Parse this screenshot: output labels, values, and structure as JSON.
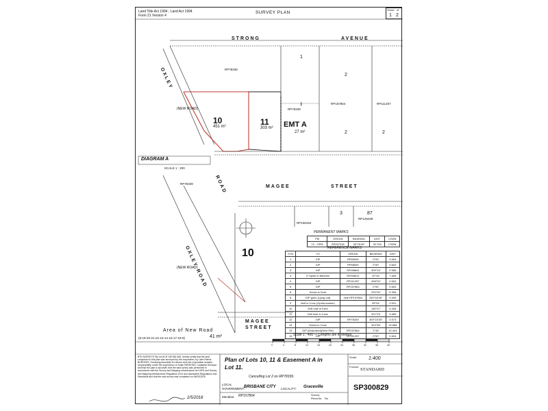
{
  "header": {
    "act_line_1": "Land Title Act 1994 ; Land Act 1994",
    "act_line_2": "Form 21 Version 4",
    "title": "SURVEY PLAN",
    "sheet_label": "Sheet",
    "sheet_of": "of",
    "sheet_num": "1",
    "sheet_total": "2"
  },
  "roads": {
    "strong_avenue_1": "STRONG",
    "strong_avenue_2": "AVENUE",
    "oxley_top": "OXLEY",
    "road_top": "ROAD",
    "magee_top_1": "MAGEE",
    "magee_top_2": "STREET",
    "oxley_bottom": "OXLEY ROAD",
    "magee_bottom_1": "MAGEE",
    "magee_bottom_2": "STREET",
    "new_road_top": "(NEW ROAD)",
    "new_road_bottom": "(NEW ROAD)"
  },
  "lots": {
    "lot10_num": "10",
    "lot10_area": "451 m²",
    "lot11_num": "11",
    "lot11_area": "303 m²",
    "emt": "EMT A",
    "emt_area": "27 m²",
    "lot10_diagram": "10",
    "rp_top": "RP78339",
    "rp_mid": "RP78339",
    "rp_right": "RP157864",
    "rp_far": "RP111257",
    "rp_diag": "RP78339",
    "rp_bottom1": "RP108194",
    "rp_bottom2": "RP129439",
    "lot_1": "1",
    "lot_2a": "2",
    "lot_2b": "2",
    "lot_3": "3",
    "lot_87": "87",
    "lot_2c": "2",
    "lot_3b": "3"
  },
  "diagram": {
    "title": "DIAGRAM A",
    "scale": "SCALE 1 : 200"
  },
  "new_road_area": {
    "label": "Area of New Road",
    "seq": "(8-19-20-21-22-15-14-16-17-18-8)",
    "area": "41 m²"
  },
  "permanent_marks": {
    "title": "PERMANENT MARKS",
    "headers": [
      "PM",
      "ORIGIN",
      "BEARING",
      "DIST",
      "CSDN"
    ],
    "rows": [
      [
        "12 - OPM",
        "SP257218",
        "39°29'40\"",
        "30.783",
        "CSDN"
      ]
    ]
  },
  "reference_marks": {
    "title": "REFERENCE MARKS",
    "headers": [
      "STN",
      "TO",
      "ORIGIN",
      "BEARING",
      "DIST"
    ],
    "rows": [
      [
        "1",
        "GIP",
        "RP65006",
        "0°00'",
        "0.604"
      ],
      [
        "2",
        "GIP",
        "RP68594",
        "0°00'",
        "0.604"
      ],
      [
        "3",
        "GIP",
        "SP258841",
        "309°15'",
        "0.585"
      ],
      [
        "4",
        "O Spike in Bitumen",
        "SP258021",
        "32°43'",
        "7.608"
      ],
      [
        "4",
        "GIP",
        "RP111257",
        "268°00'",
        "0.604"
      ],
      [
        "5",
        "GIP",
        "RP157864",
        "0°00'",
        "0.604"
      ],
      [
        "6",
        "Screw in Kerb",
        "",
        "232°00'",
        "5.306"
      ],
      [
        "8",
        "GIP gone (Lying out)",
        "vide RP157864",
        "250°48'40\"",
        "0.999"
      ],
      [
        "9",
        "Bolt in Conc (Ophia marker)",
        "",
        "95°04'",
        "3.531"
      ],
      [
        "10",
        "Drill hole in Kerb",
        "",
        "150°47'",
        "4.406"
      ],
      [
        "11",
        "Drill hole in Conc",
        "",
        "321°29'",
        "3.583"
      ],
      [
        "12",
        "OIP",
        "RP78339",
        "309°16'30\"",
        "0.973"
      ],
      [
        "13",
        "Screw in Conc",
        "",
        "324°55'",
        "19.668"
      ],
      [
        "13",
        "GIP (Disturbed)(New Ref)",
        "RP157864",
        "2°45'",
        "10.404"
      ],
      [
        "13",
        "GIP",
        "RP111257",
        "0°00'",
        "0.604"
      ]
    ]
  },
  "scale_bar": {
    "label": "Scale 1 : 400 — Lengths are in Metres.",
    "ticks": [
      "0",
      "4",
      "8",
      "12",
      "16",
      "20",
      "24",
      "28",
      "32",
      "36",
      "40"
    ]
  },
  "certificate": {
    "text": "BTN SURVEYS Pty Ltd ACN 136 554 465, hereby certify that the land comprised in this plan was surveyed by the corporation, by Liam Patrick BURGESS, Surveying Associate for whose work the corporation accepts responsibility, under the supervision of Julian PARSONS, Cadastral Surveyor and that the plan is accurate, that the said survey was performed in accordance with the Survey and Mapping Infrastructure Act 2003 and Survey and Mapping Infrastructure Regulation 2014 and associated Regulations and Standards and that the said survey was completed on 06/03/2018.",
    "date": "2/5/2018"
  },
  "plan_title": {
    "line1": "Plan of Lots 10, 11 & Easement A in",
    "line2": "Lot 11.",
    "cancelling": "Cancelling Lot 2 on RP78339.",
    "local": "LOCAL",
    "government": "GOVERNMENT:",
    "gov_value": "BRISBANE CITY",
    "locality": "LOCALITY:",
    "locality_value": "Graceville",
    "meridian": "Meridian:",
    "meridian_value": "RP157864",
    "survey": "Survey",
    "records": "Records:",
    "records_value": "No"
  },
  "right_panel": {
    "scale_label": "Scale:",
    "scale_value": "1:400",
    "format_label": "Format:",
    "format_value": "STANDARD",
    "plan_no": "SP300829"
  }
}
